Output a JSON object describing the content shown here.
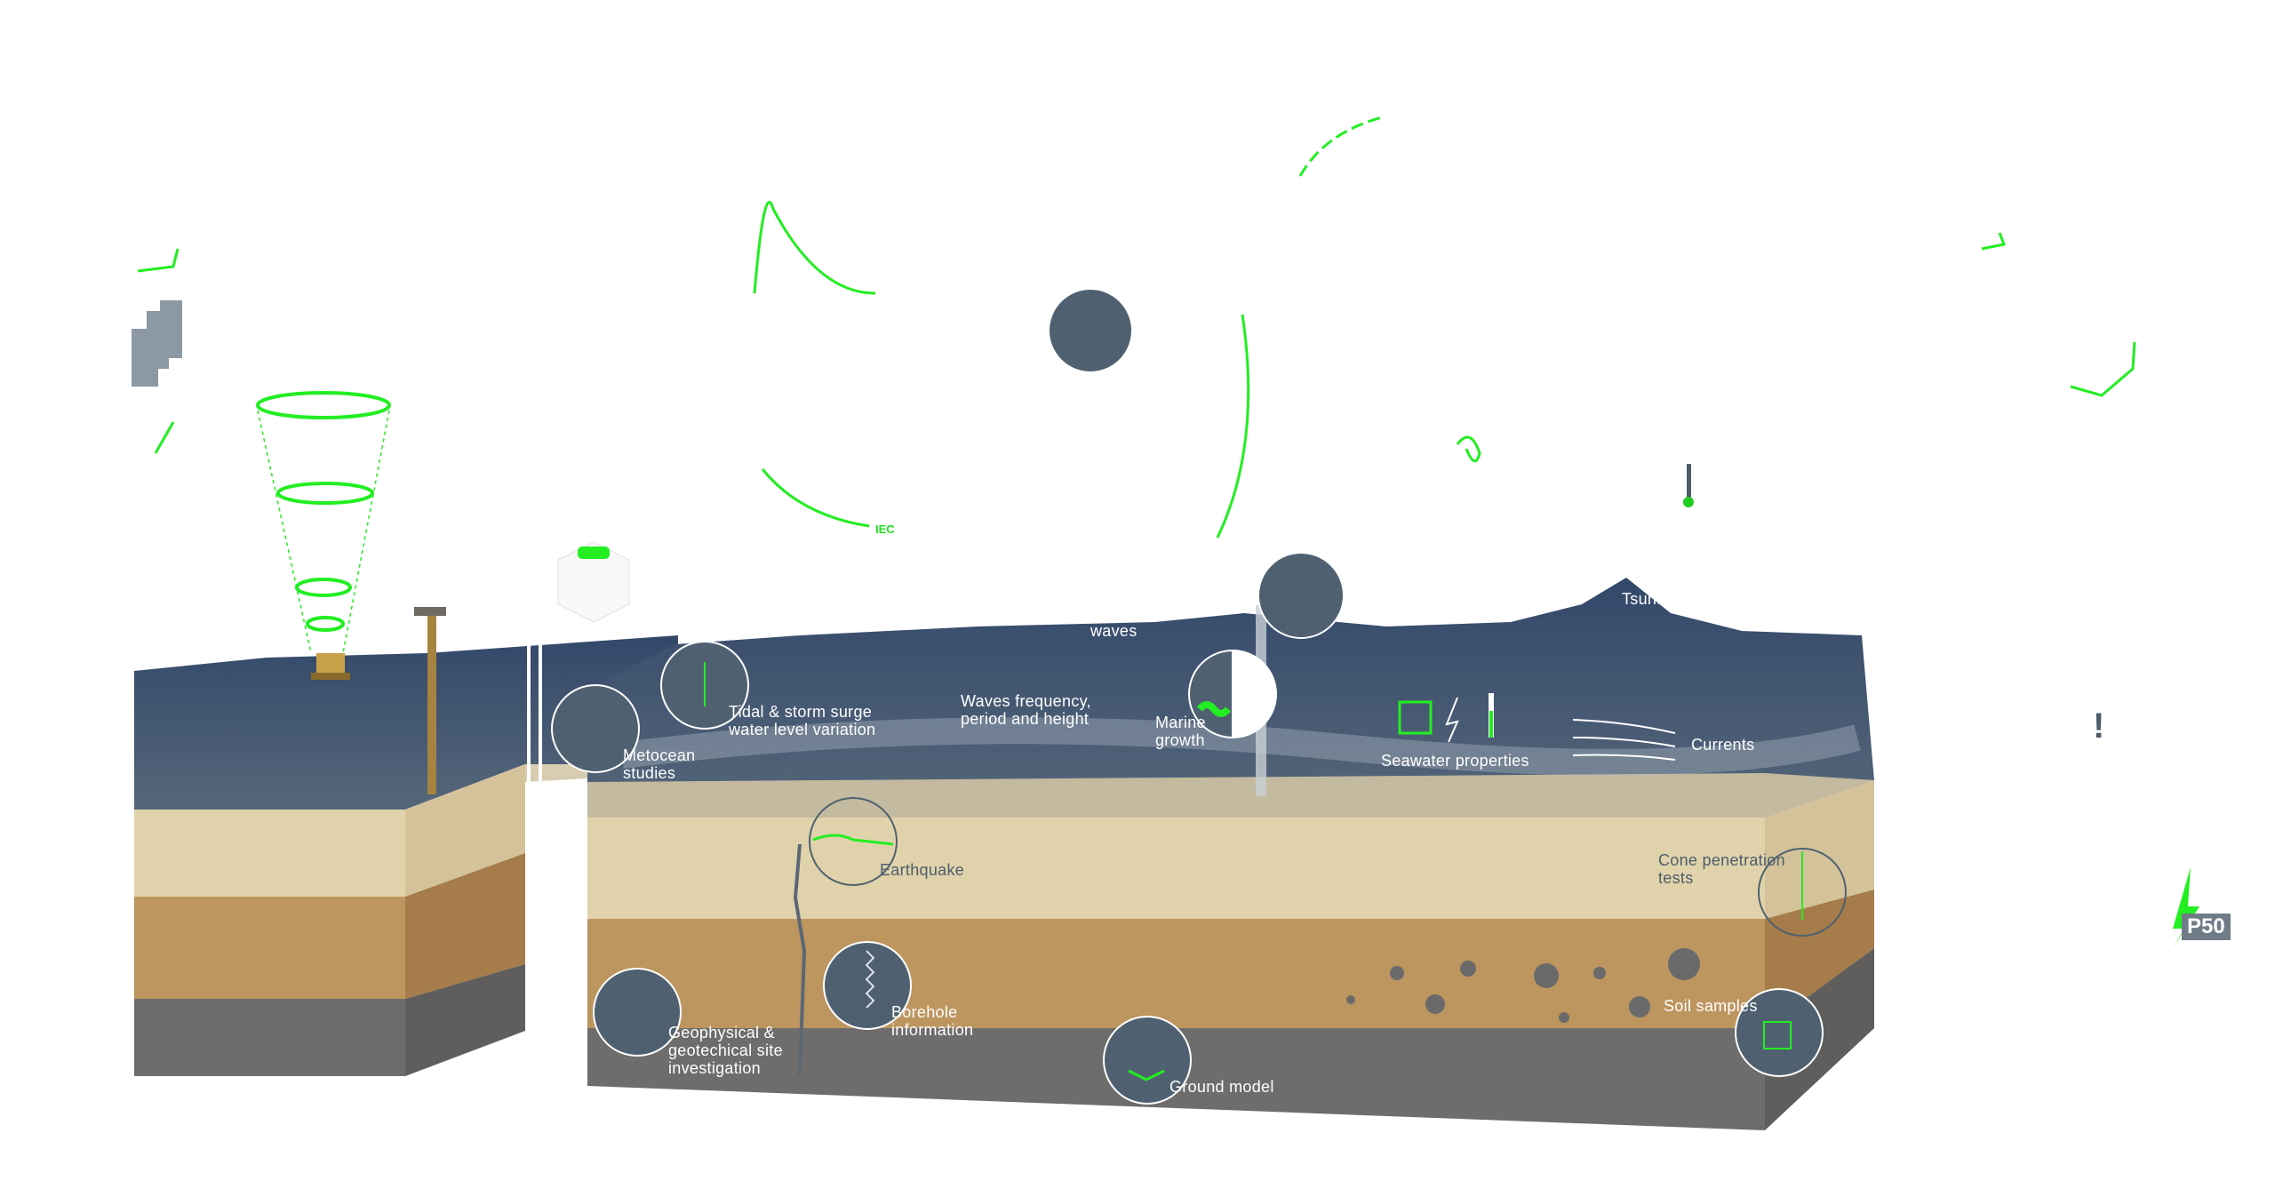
{
  "labels": {
    "metocean": [
      "Metocean",
      "studies"
    ],
    "tidal": [
      "Tidal & storm surge",
      "water level variation"
    ],
    "waves_freq": [
      "Waves frequency,",
      "period and height"
    ],
    "waves": "waves",
    "marine_growth": [
      "Marine",
      "growth"
    ],
    "tsunami": "Tsunami",
    "seawater": "Seawater properties",
    "currents": "Currents",
    "earthquake": "Earthquake",
    "cone": [
      "Cone penetration",
      "tests"
    ],
    "soil": "Soil samples",
    "borehole": [
      "Borehole",
      "information"
    ],
    "geophysical": [
      "Geophysical &",
      "geotechical site",
      "investigation"
    ],
    "ground_model": "Ground model",
    "iec": "IEC",
    "p50": "P50",
    "alert": "!"
  },
  "colors": {
    "accent": "#22ee22",
    "icon_circle": "#4f6170",
    "water": "#3d5272",
    "sand_light": "#e0d3ab",
    "sand_brown": "#bd955f",
    "rock_gray": "#6e6d6b"
  }
}
